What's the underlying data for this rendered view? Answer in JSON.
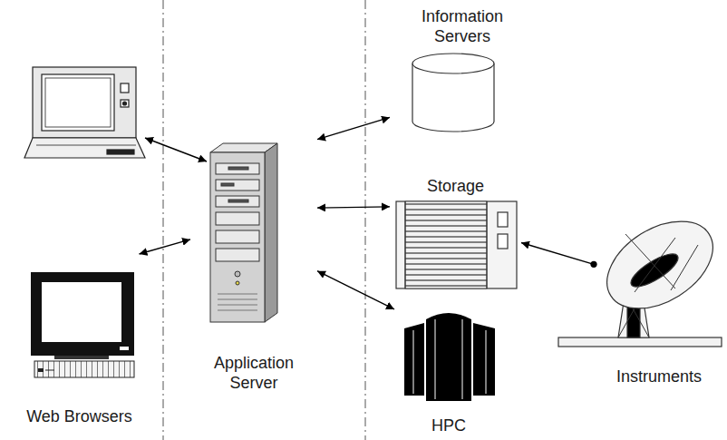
{
  "diagram": {
    "nodes": [
      {
        "text": [
          "Web Browsers"
        ]
      },
      {
        "text": [
          "Application Server"
        ]
      },
      {
        "text": [
          "Information Servers"
        ]
      },
      {
        "text": [
          "Storage"
        ]
      },
      {
        "text": [
          "HPC"
        ]
      },
      {
        "text": [
          "Instruments"
        ]
      }
    ],
    "edges": [
      {
        "from": 0,
        "to": 1,
        "arrow": "both"
      },
      {
        "from": 1,
        "to": 2,
        "arrow": "both"
      },
      {
        "from": 1,
        "to": 3,
        "arrow": "both"
      },
      {
        "from": 1,
        "to": 4,
        "arrow": "both"
      },
      {
        "from": 5,
        "to": 3,
        "arrow": "to"
      }
    ]
  }
}
